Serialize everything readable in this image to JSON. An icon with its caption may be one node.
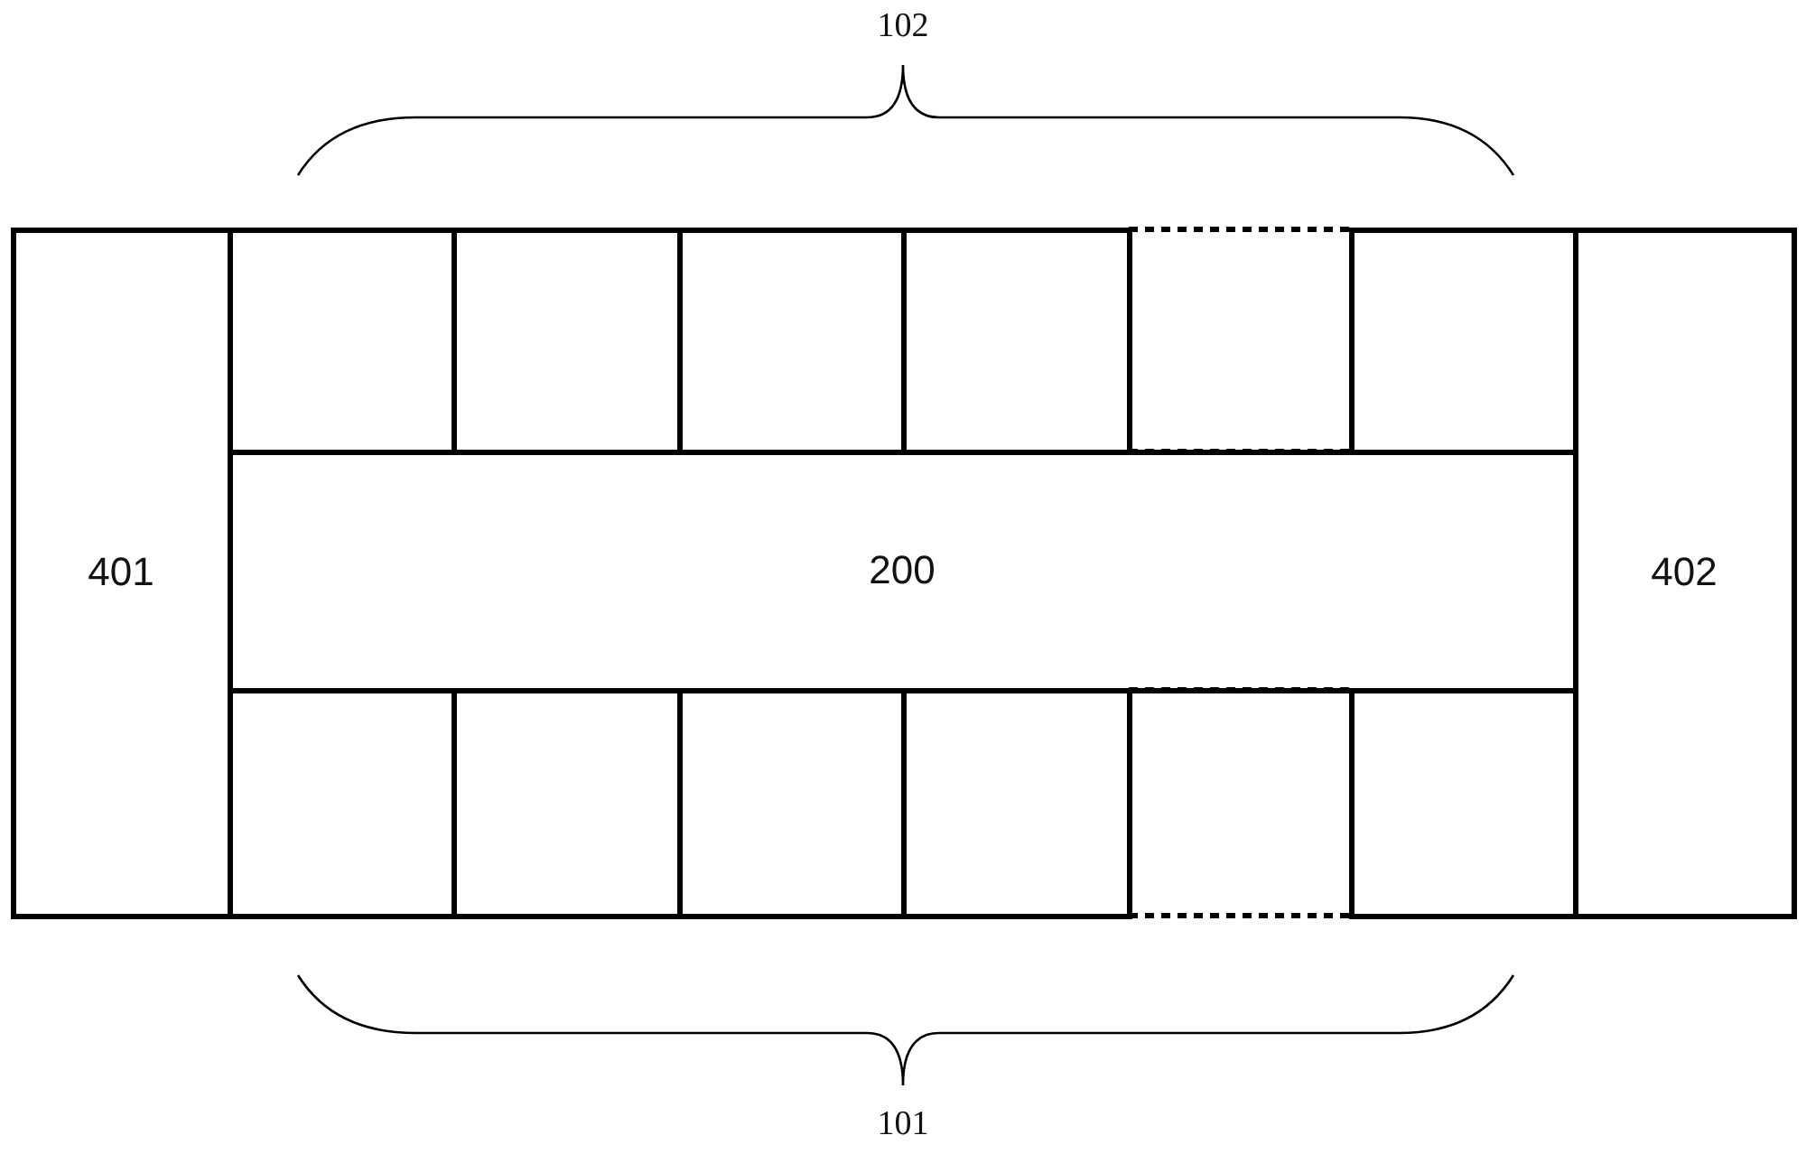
{
  "diagram": {
    "nodes": [
      {
        "text": [
          "401"
        ]
      },
      {
        "text": [],
        "shape": "box"
      },
      {
        "text": [],
        "shape": "box"
      },
      {
        "text": [],
        "shape": "box"
      },
      {
        "text": [],
        "shape": "box"
      },
      {
        "text": [],
        "shape": "box"
      },
      {
        "text": [
          "200"
        ]
      },
      {
        "text": [],
        "shape": "box"
      },
      {
        "text": [],
        "shape": "box"
      },
      {
        "text": [],
        "shape": "box"
      },
      {
        "text": [],
        "shape": "box"
      },
      {
        "text": [],
        "shape": "box"
      },
      {
        "text": [
          "402"
        ]
      }
    ],
    "edges": [],
    "labels": [
      "102",
      "101"
    ]
  }
}
